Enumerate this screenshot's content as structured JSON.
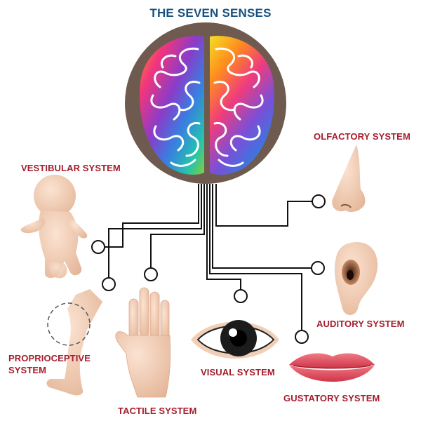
{
  "title": "THE SEVEN SENSES",
  "labels": {
    "vestibular": "VESTIBULAR SYSTEM",
    "olfactory": "OLFACTORY SYSTEM",
    "auditory": "AUDITORY SYSTEM",
    "proprioceptive_line1": "PROPRIOCEPTIVE",
    "proprioceptive_line2": "SYSTEM",
    "visual": "VISUAL SYSTEM",
    "tactile": "TACTILE SYSTEM",
    "gustatory": "GUSTATORY SYSTEM"
  },
  "colors": {
    "title": "#17507e",
    "label": "#a51d2d",
    "brain_rim": "#6f5a4f",
    "skin": "#f1cfb6",
    "lips": "#e25563",
    "connector": "#111111"
  },
  "icons": [
    "brain-icon",
    "child-figure-icon",
    "leg-icon",
    "hand-icon",
    "eye-icon",
    "nose-icon",
    "ear-icon",
    "lips-icon"
  ]
}
